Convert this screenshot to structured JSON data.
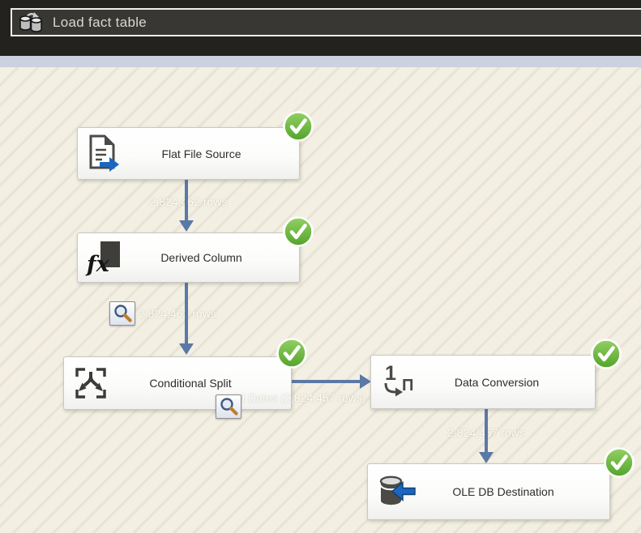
{
  "header": {
    "title": "Load fact table"
  },
  "nodes": [
    {
      "label": "Flat File Source"
    },
    {
      "label": "Derived Column"
    },
    {
      "label": "Conditional Split"
    },
    {
      "label": "Data Conversion"
    },
    {
      "label": "OLE DB Destination"
    }
  ],
  "edge_labels": {
    "source_rows": "2,824,462 rows",
    "derived_rows": "2,824,462 rows",
    "split_output": "Valid Dates (2,824,457 rows)",
    "conversion_rows": "2,824,457 rows"
  },
  "icons": {
    "derived_fx_glyph": "fx",
    "conversion_from_glyph": "1",
    "conversion_to_glyph": "Π"
  },
  "colors": {
    "success_green": "#5fae34",
    "arrow_blue": "#5b79a6",
    "canvas_bg": "#f3f0e3",
    "accent_band": "#ccd1df",
    "flat_file_arrow_blue": "#1b66c0"
  }
}
